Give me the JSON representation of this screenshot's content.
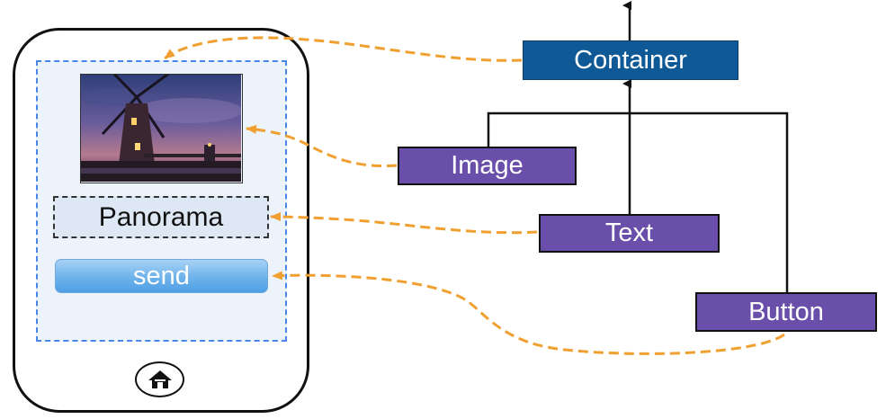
{
  "phone": {
    "image_alt": "Windmill at dusk",
    "text_label": "Panorama",
    "button_label": "send",
    "home_icon": "home-icon"
  },
  "tree": {
    "root": "Container",
    "children": [
      "Image",
      "Text",
      "Button"
    ]
  },
  "colors": {
    "container_node": "#0f5a96",
    "child_node": "#6a4faa",
    "connector": "#f0a030",
    "screen_border": "#4a86e8"
  }
}
